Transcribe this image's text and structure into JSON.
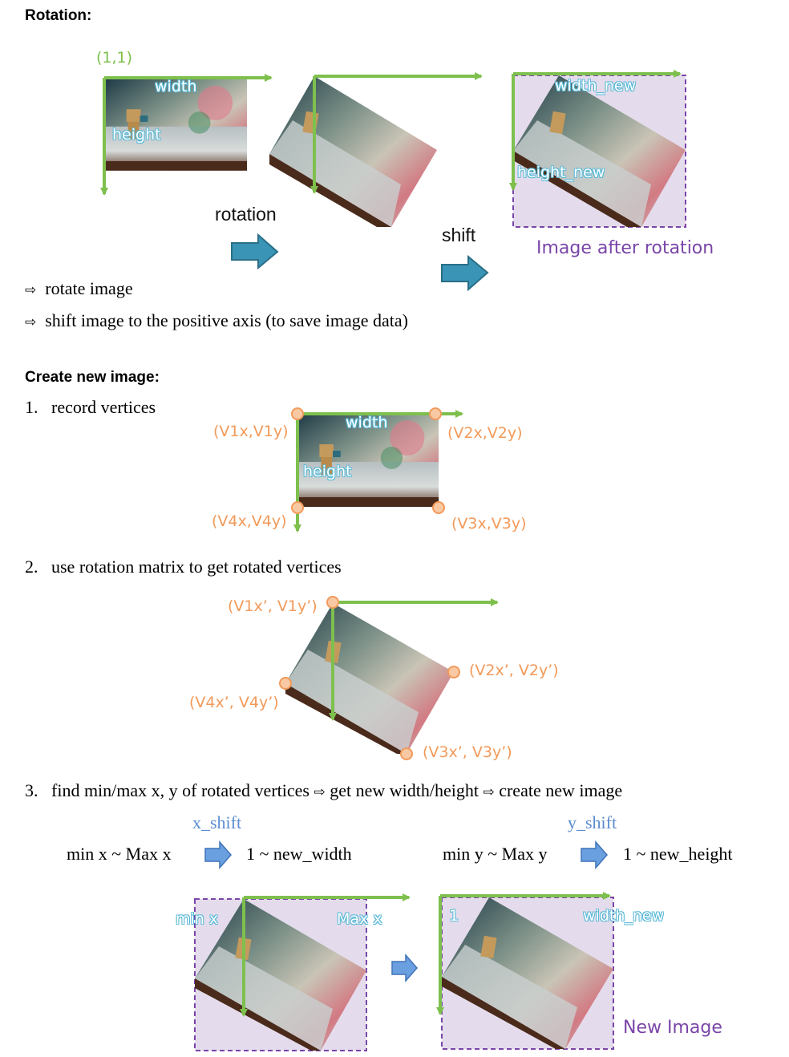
{
  "section1": {
    "title": "Rotation:",
    "origin_label": "(1,1)",
    "width_label": "width",
    "height_label": "height",
    "rotation_label": "rotation",
    "shift_label": "shift",
    "width_new_label": "width_new",
    "height_new_label": "height_new",
    "caption": "Image after rotation",
    "bullets": [
      "rotate image",
      "shift image to the positive axis (to save image data)"
    ]
  },
  "section2": {
    "title": "Create new image:",
    "step1": {
      "number": "1.",
      "text": "record vertices",
      "width_label": "width",
      "height_label": "height",
      "v1": "(V1x,V1y)",
      "v2": "(V2x,V2y)",
      "v3": "(V3x,V3y)",
      "v4": "(V4x,V4y)"
    },
    "step2": {
      "number": "2.",
      "text": "use rotation matrix to get rotated vertices",
      "v1": "(V1x’, V1y’)",
      "v2": "(V2x’, V2y’)",
      "v3": "(V3x’, V3y’)",
      "v4": "(V4x’, V4y’)"
    },
    "step3": {
      "number": "3.",
      "text_a": "find min/max x, y of rotated vertices",
      "text_b": "get new width/height",
      "text_c": "create new image",
      "x_shift": "x_shift",
      "y_shift": "y_shift",
      "x_range": "min x ~ Max x",
      "x_new": "1 ~ new_width",
      "y_range": "min y ~ Max y",
      "y_new": "1 ~ new_height",
      "min_x": "min x",
      "max_x": "Max x",
      "one": "1",
      "width_new": "width_new",
      "caption": "New Image"
    }
  },
  "colors": {
    "axis_green": "#7ec04d",
    "vertex_orange": "#f29a5a",
    "box_purple": "#7a45a8",
    "box_fill": "#e4dcec",
    "arrow_teal": "#3a94b5",
    "arrow_blue": "#5b8cd0",
    "label_cyan": "#58b8d6"
  }
}
